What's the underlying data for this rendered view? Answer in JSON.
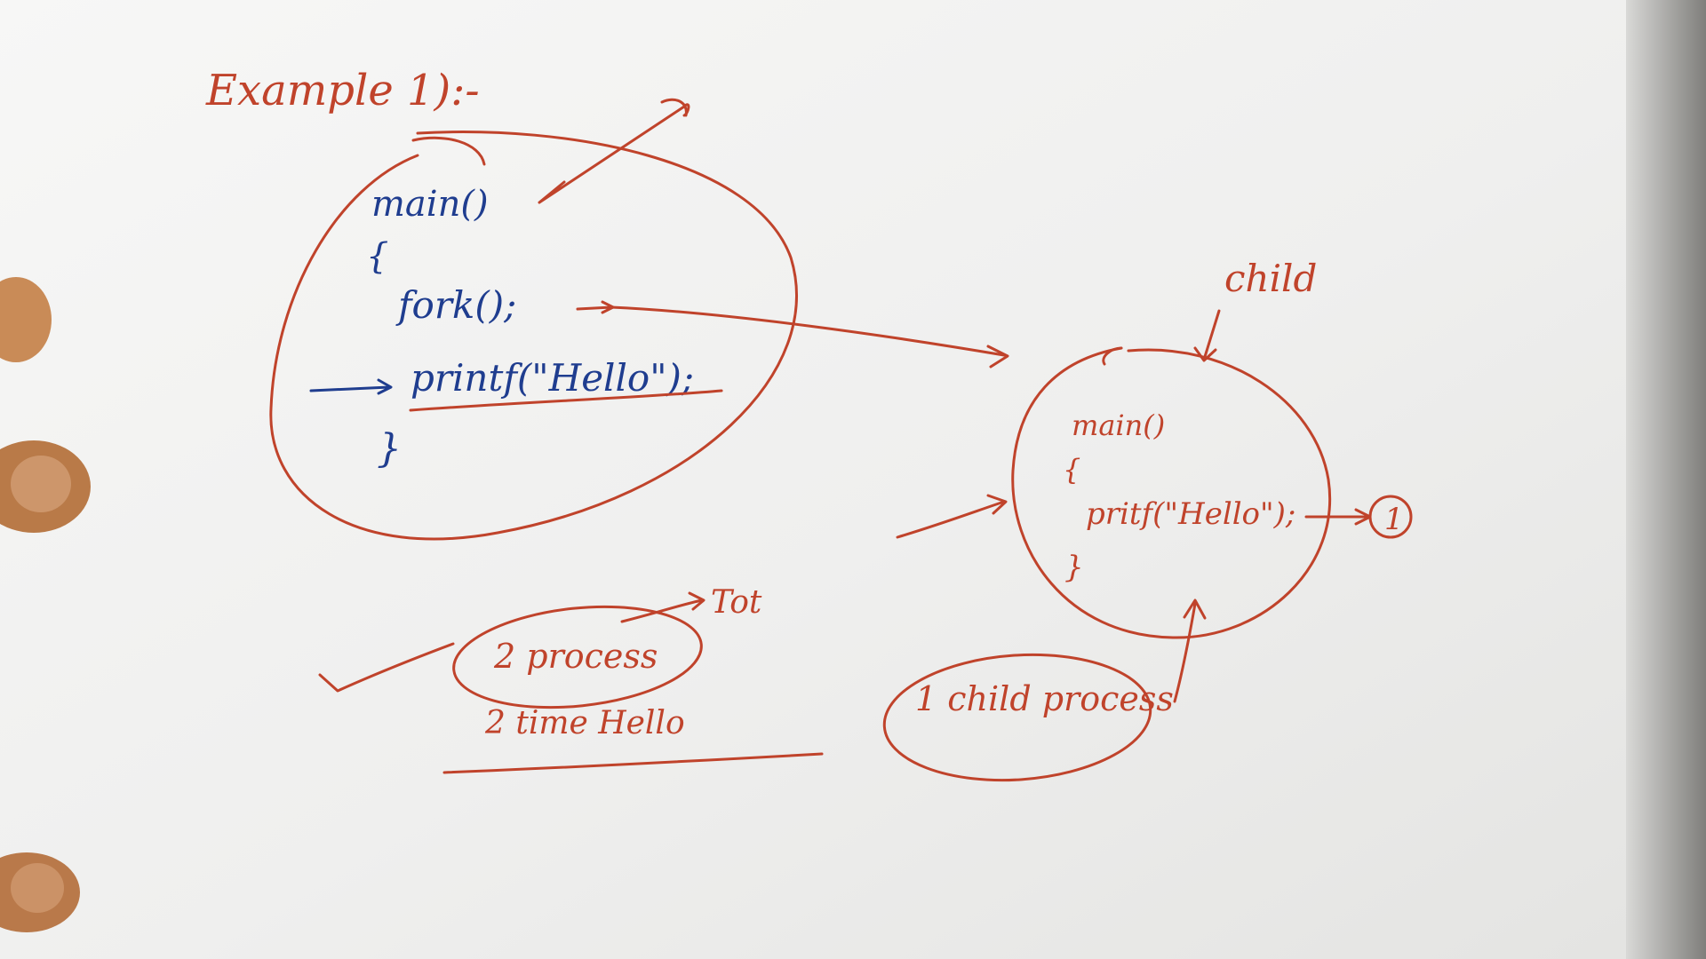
{
  "sheet": {
    "paper_color": "#f3f3f3",
    "shadow_color": "#cfcfcd"
  },
  "colors": {
    "ink_red": "#c0432b",
    "ink_blue": "#1f3d8f",
    "skin": "#c78a58"
  },
  "text": {
    "heading": "Example 1):-",
    "parent_main": "main()",
    "parent_open": "{",
    "parent_fork": "fork();",
    "parent_printf": "printf(\"Hello\");",
    "parent_close": "}",
    "child_label": "child",
    "child_main": "main()",
    "child_open": "{",
    "child_printf": "pritf(\"Hello\");",
    "child_close": "}",
    "result_count": "1",
    "note_processes": "2 process",
    "note_total": "Tot",
    "note_hello": "2 time Hello",
    "note_child": "1 child process"
  },
  "icons": {
    "fingers": "left-hand-fingers"
  }
}
